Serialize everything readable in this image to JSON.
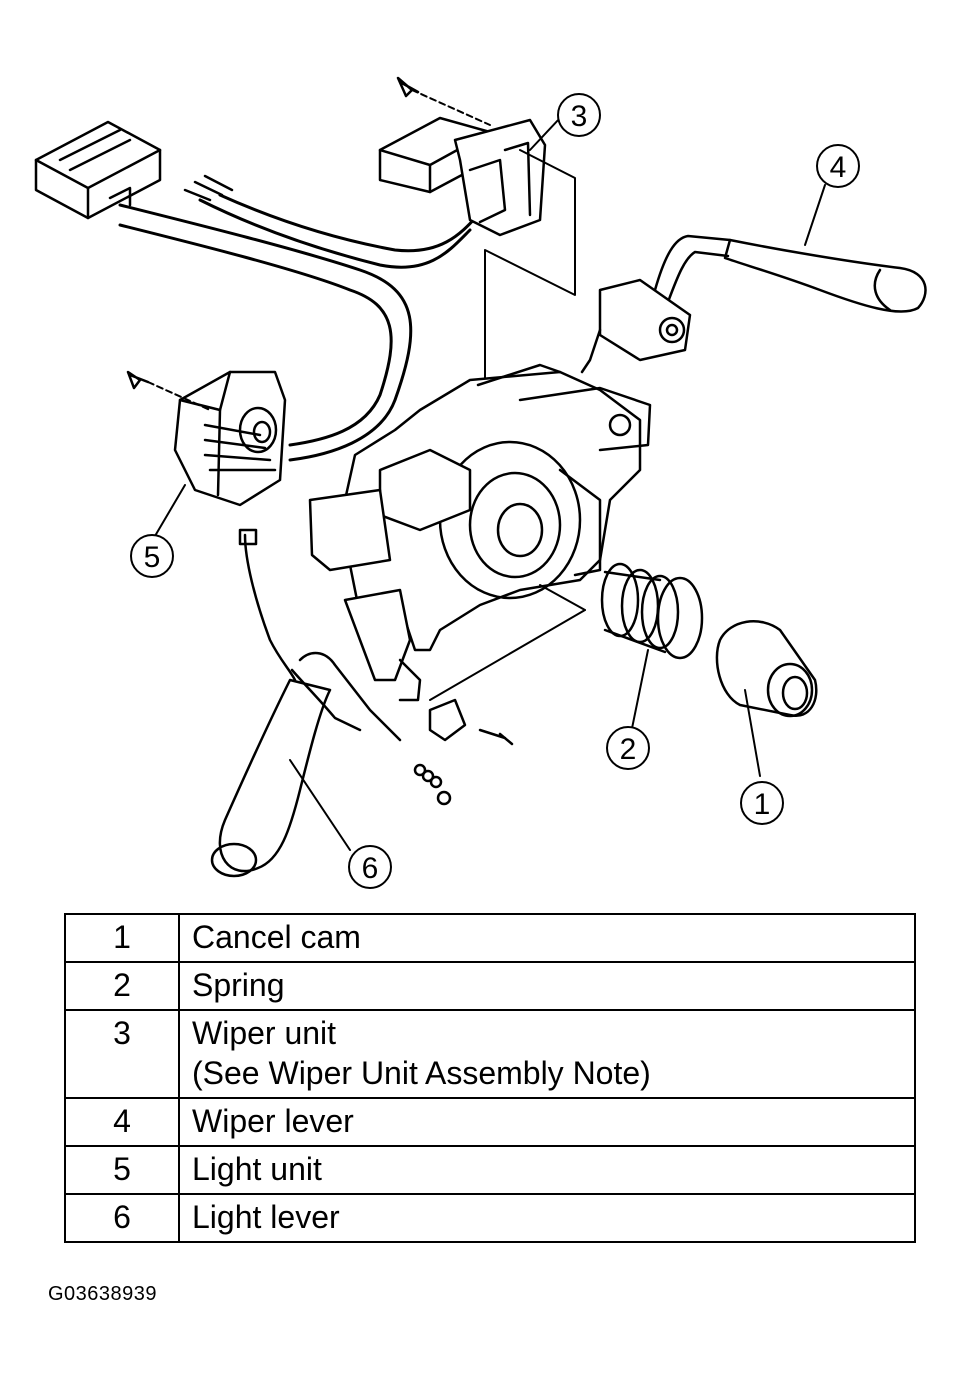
{
  "callouts": [
    "1",
    "2",
    "3",
    "4",
    "5",
    "6"
  ],
  "legend": {
    "rows": [
      {
        "num": "1",
        "lines": [
          "Cancel cam"
        ]
      },
      {
        "num": "2",
        "lines": [
          "Spring"
        ]
      },
      {
        "num": "3",
        "lines": [
          "Wiper unit",
          "(See  Wiper Unit Assembly Note)"
        ]
      },
      {
        "num": "4",
        "lines": [
          "Wiper lever"
        ]
      },
      {
        "num": "5",
        "lines": [
          "Light unit"
        ]
      },
      {
        "num": "6",
        "lines": [
          "Light lever"
        ]
      }
    ]
  },
  "figure_id": "G03638939"
}
